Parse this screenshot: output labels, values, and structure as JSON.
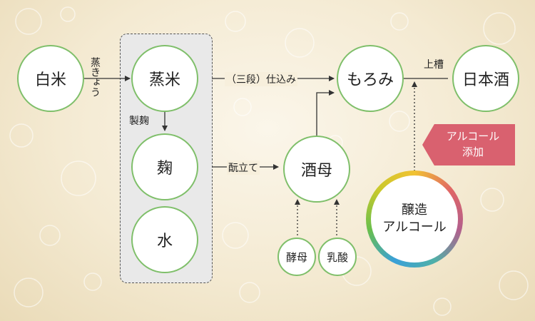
{
  "nodes": {
    "hakumai": "白米",
    "mushimai": "蒸米",
    "koji": "麹",
    "mizu": "水",
    "shubo": "酒母",
    "moromi": "もろみ",
    "nihonshu": "日本酒",
    "kobo": "酵母",
    "nyusan": "乳酸",
    "jozo_line1": "醸造",
    "jozo_line2": "アルコール"
  },
  "labels": {
    "mushi": "蒸きょう",
    "seikiku": "製麹",
    "shikomi": "（三段）仕込み",
    "motodate": "酛立て",
    "josou": "上槽"
  },
  "badge": {
    "line1": "アルコール",
    "line2": "添加"
  },
  "colors": {
    "node_border": "#7fbf6a",
    "badge": "#d9616f",
    "panel": "#e9e9e9"
  }
}
